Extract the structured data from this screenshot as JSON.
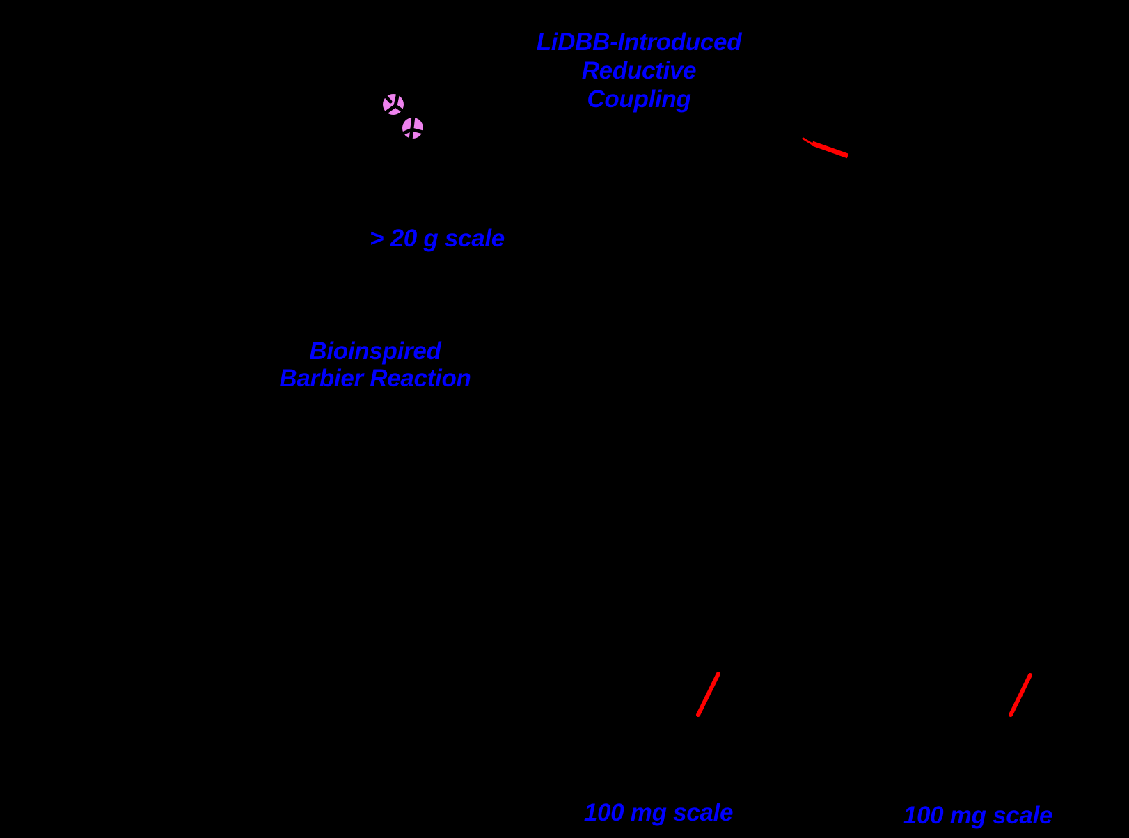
{
  "colors": {
    "background": "#000000",
    "label_blue": "#0000ff",
    "highlight_red": "#ff0000",
    "highlight_pink": "#ee82ee",
    "bond_black": "#000000"
  },
  "labels": {
    "reductive_coupling": {
      "line1": "LiDBB-Introduced",
      "line2": "Reductive",
      "line3": "Coupling"
    },
    "scale_20g": "> 20 g scale",
    "barbier": {
      "line1": "Bioinspired",
      "line2": "Barbier Reaction"
    },
    "scale_100mg_left": "100 mg scale",
    "scale_100mg_right": "100 mg scale"
  }
}
